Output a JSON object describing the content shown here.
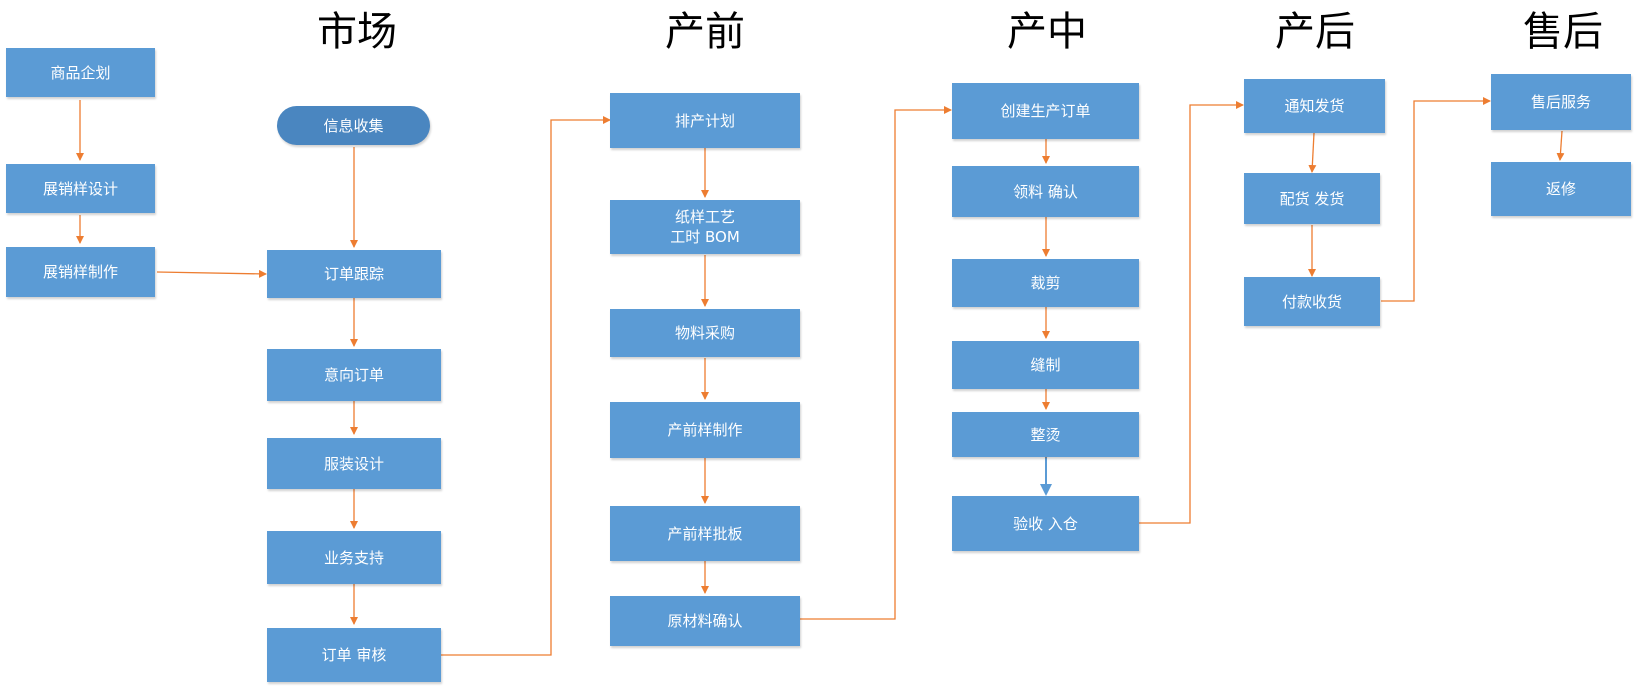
{
  "colors": {
    "box": "#5b9bd5",
    "pill": "#4a86c0",
    "connector": "#ed7d31",
    "blue_connector": "#5b9bd5"
  },
  "headers": {
    "market": "市场",
    "pre": "产前",
    "mid": "产中",
    "post": "产后",
    "after": "售后"
  },
  "market": {
    "product_planning": "商品企划",
    "sample_design": "展销样设计",
    "sample_making": "展销样制作",
    "info_collection": "信息收集",
    "order_tracking": "订单跟踪",
    "intent_order": "意向订单",
    "garment_design": "服装设计",
    "business_support": "业务支持",
    "order_review": "订单 审核"
  },
  "pre": {
    "schedule": "排产计划",
    "paper_pattern": "纸样工艺\n工时 BOM",
    "material_purchase": "物料采购",
    "pp_sample": "产前样制作",
    "pp_approval": "产前样批板",
    "raw_confirm": "原材料确认"
  },
  "mid": {
    "create_order": "创建生产订单",
    "material_receive": "领料 确认",
    "cutting": "裁剪",
    "sewing": "缝制",
    "ironing": "整烫",
    "inspection": "验收 入仓"
  },
  "post": {
    "notify": "通知发货",
    "distribute": "配货 发货",
    "pay_receive": "付款收货"
  },
  "after": {
    "service": "售后服务",
    "repair": "返修"
  }
}
